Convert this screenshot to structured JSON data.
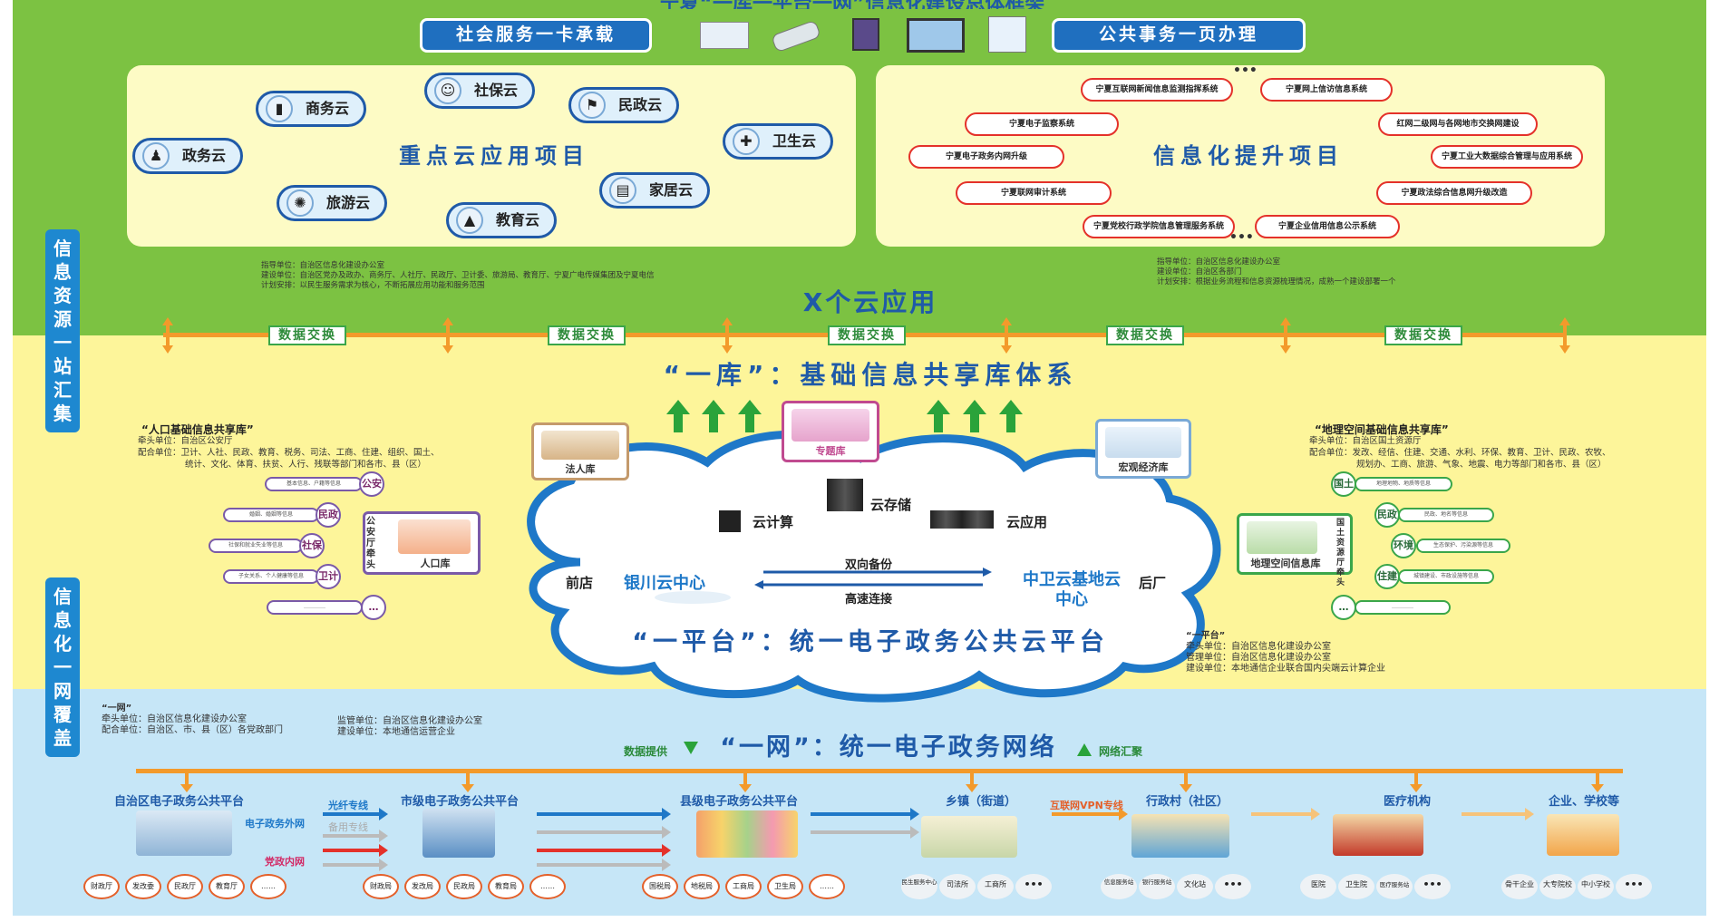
{
  "top": {
    "title": "宁夏“一库一平台一网”信息化建设总体框架",
    "left_pill": "社会服务一卡承载",
    "right_pill": "公共事务一页办理"
  },
  "side": {
    "upper": [
      "信",
      "息",
      "资",
      "源",
      "一",
      "站",
      "汇",
      "集"
    ],
    "lower": [
      "信",
      "息",
      "化",
      "一",
      "网",
      "覆",
      "盖"
    ]
  },
  "key_cloud": {
    "title": "重点云应用项目",
    "items": [
      {
        "label": "商务云",
        "icon": "phone-icon"
      },
      {
        "label": "社保云",
        "icon": "person-icon"
      },
      {
        "label": "民政云",
        "icon": "flag-icon"
      },
      {
        "label": "政务云",
        "icon": "person-icon"
      },
      {
        "label": "卫生云",
        "icon": "medical-icon"
      },
      {
        "label": "旅游云",
        "icon": "globe-icon"
      },
      {
        "label": "家居云",
        "icon": "book-icon"
      },
      {
        "label": "教育云",
        "icon": "graduation-cap-icon"
      }
    ],
    "note": [
      "指导单位：自治区信息化建设办公室",
      "建设单位：自治区党办及政办、商务厅、人社厅、民政厅、卫计委、旅游局、教育厅、宁夏广电传媒集团及宁夏电信",
      "计划安排：以民生服务需求为核心，不断拓展应用功能和服务范围"
    ]
  },
  "upgrade": {
    "title": "信息化提升项目",
    "items": [
      "宁夏互联网新闻信息监测指挥系统",
      "宁夏网上信访信息系统",
      "宁夏电子监察系统",
      "红网二级网与各网地市交换网建设",
      "宁夏电子政务内网升级",
      "宁夏工业大数据综合管理与应用系统",
      "宁夏联网审计系统",
      "宁夏政法综合信息网升级改造",
      "宁夏党校行政学院信息管理服务系统",
      "宁夏企业信用信息公示系统"
    ],
    "dots": "•••",
    "note": [
      "指导单位：自治区信息化建设办公室",
      "建设单位：自治区各部门",
      "计划安排：根据业务流程和信息资源梳理情况，成熟一个建设部署一个"
    ]
  },
  "x_cloud": "X个云应用",
  "data_exchange": [
    "数据交换",
    "数据交换",
    "数据交换",
    "数据交换",
    "数据交换"
  ],
  "yiku": {
    "title": "“一库”：基础信息共享库体系",
    "boxes": {
      "legal": "法人库",
      "topic": "专题库",
      "macro": "宏观经济库",
      "population": "人口库",
      "geo": "地理空间信息库"
    }
  },
  "population_lib": {
    "title": "“人口基础信息共享库”",
    "lines": [
      "牵头单位：自治区公安厅",
      "配合单位：卫计、人社、民政、教育、税务、司法、工商、住建、组织、国土、",
      "统计、文化、体育、扶贫、人行、残联等部门和各市、县（区）"
    ],
    "lead_label": "公安厅牵头",
    "nodes": [
      "公安",
      "民政",
      "社保",
      "卫计",
      "…"
    ],
    "bars": [
      "基本信息、户籍等信息",
      "婚姻、婚姻等信息",
      "社保和就业失业等信息",
      "子女关系、个人健康等信息",
      "…………"
    ]
  },
  "geo_lib": {
    "title": "“地理空间基础信息共享库”",
    "lines": [
      "牵头单位：自治区国土资源厅",
      "配合单位：发改、经信、住建、交通、水利、环保、教育、卫计、民政、农牧、",
      "规划办、工商、旅游、气象、地震、电力等部门和各市、县（区）"
    ],
    "lead_label": "国土资源厅牵头",
    "nodes": [
      "国土",
      "民政",
      "环境",
      "住建",
      "…"
    ],
    "bars": [
      "地理地物、地质等信息",
      "民政、地名等信息",
      "生态保护、污染源等信息",
      "城镇建设、市政设施等信息",
      "…………"
    ]
  },
  "platform": {
    "title": "“一平台”：统一电子政务公共云平台",
    "cloud_compute": "云计算",
    "cloud_storage": "云存储",
    "cloud_app": "云应用",
    "front": "前店",
    "back": "后厂",
    "yinchuan": "银川云中心",
    "zhongwei": "中卫云基地云中心",
    "backup": "双向备份",
    "link": "高速连接",
    "note_title": "“一平台”",
    "note": [
      "牵头单位：自治区信息化建设办公室",
      "管理单位：自治区信息化建设办公室",
      "建设单位：本地通信企业联合国内尖端云计算企业"
    ]
  },
  "network": {
    "title": "“一网”：统一电子政务网络",
    "data_provide": "数据提供",
    "net_collect": "网络汇聚",
    "note_title": "“一网”",
    "note_left": [
      "牵头单位：自治区信息化建设办公室",
      "配合单位：自治区、市、县（区）各党政部门"
    ],
    "note_right": [
      "监管单位：自治区信息化建设办公室",
      "建设单位：本地通信运营企业"
    ],
    "tiers": [
      "自治区电子政务公共平台",
      "市级电子政务公共平台",
      "县级电子政务公共平台",
      "乡镇（街道）",
      "行政村（社区）",
      "医疗机构",
      "企业、学校等"
    ],
    "fiber": "光纤专线",
    "backup_line": "备用专线",
    "outer_net": "电子政务外网",
    "inner_net": "党政内网",
    "vpn": "互联网VPN专线",
    "chips_region": [
      "财政厅",
      "发改委",
      "民政厅",
      "教育厅",
      "……"
    ],
    "chips_city": [
      "财政局",
      "发改局",
      "民政局",
      "教育局",
      "……"
    ],
    "chips_county": [
      "国税局",
      "地税局",
      "工商局",
      "卫生局",
      "……"
    ],
    "chips_town": [
      "民生服务中心",
      "司法所",
      "工商所",
      "•••"
    ],
    "chips_village": [
      "信息服务站",
      "银行服务站",
      "文化站",
      "•••"
    ],
    "chips_medical": [
      "医院",
      "卫生院",
      "医疗服务站",
      "•••"
    ],
    "chips_enterprise": [
      "骨干企业",
      "大专院校",
      "中小学校",
      "•••"
    ]
  },
  "colors": {
    "green_band": "#7cc242",
    "yellow_band": "#fdf59a",
    "blue_band": "#c6e6f7",
    "title_blue": "#1f5aa8",
    "orange": "#f39a2b"
  }
}
